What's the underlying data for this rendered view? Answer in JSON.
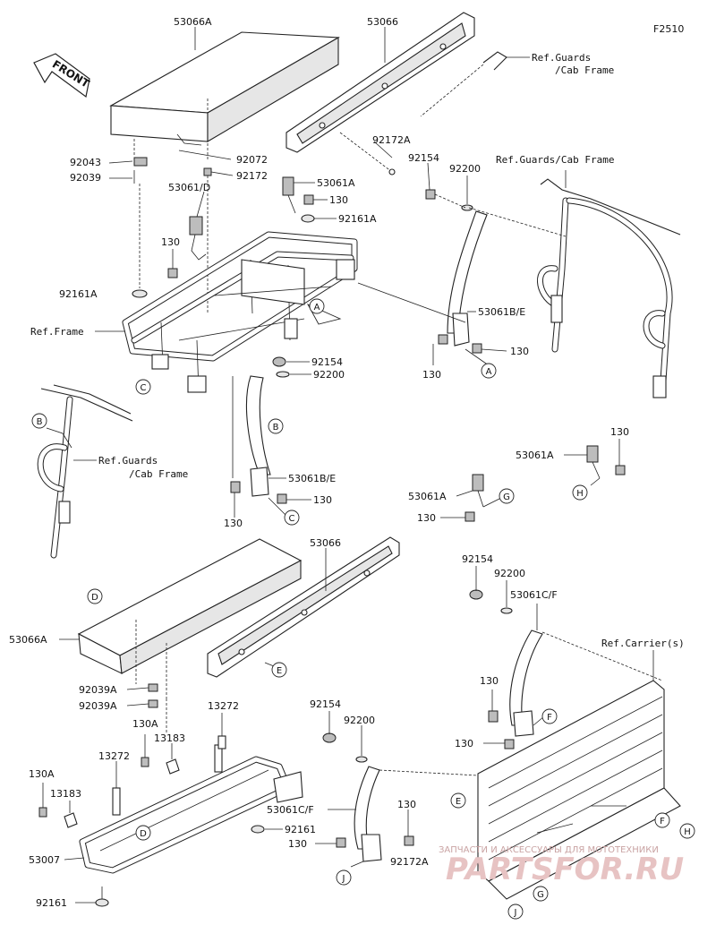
{
  "figure_id": "F2510",
  "front_label": "FRONT",
  "watermark": {
    "line1": "ЗАПЧАСТИ И АКСЕССУАРЫ ДЛЯ МОТОТЕХНИКИ",
    "line2": "PARTSFOR.RU"
  },
  "part_labels": {
    "p53066A_top": "53066A",
    "p53066_top": "53066",
    "ref_guards_cab_top": "Ref.Guards\n/Cab Frame",
    "p92043": "92043",
    "p92039": "92039",
    "p92072": "92072",
    "p92172_top": "92172",
    "p92172A_top": "92172A",
    "p53061D": "53061/D",
    "p53061A_top": "53061A",
    "p130_top": "130",
    "p92161A_top": "92161A",
    "p92154_top": "92154",
    "p92200_top": "92200",
    "ref_guards_cab_right": "Ref.Guards/Cab Frame",
    "p130_left": "130",
    "p92161A_left": "92161A",
    "ref_frame": "Ref.Frame",
    "p53061BE_right": "53061B/E",
    "p130_right1": "130",
    "p130_right2": "130",
    "p92154_mid": "92154",
    "p92200_mid": "92200",
    "ref_guards_cab_left": "Ref.Guards\n/Cab Frame",
    "p53061BE_mid": "53061B/E",
    "p130_mid1": "130",
    "p130_mid2": "130",
    "p53061A_right": "53061A",
    "p130_rightH": "130",
    "p53061A_G": "53061A",
    "p130_G": "130",
    "p53066_bottom": "53066",
    "p53066A_bottom": "53066A",
    "p92154_br": "92154",
    "p92200_br": "92200",
    "p53061CF_br": "53061C/F",
    "ref_carrier": "Ref.Carrier(s)",
    "p92039A_1": "92039A",
    "p92039A_2": "92039A",
    "p130_br1": "130",
    "p130_br2": "130",
    "p13272_top": "13272",
    "p130A_mid": "130A",
    "p13183_mid": "13183",
    "p13272_left": "13272",
    "p130A_left": "130A",
    "p13183_left": "13183",
    "p92154_bm": "92154",
    "p92200_bm": "92200",
    "p53061CF_bm": "53061C/F",
    "p92161_mid": "92161",
    "p130_bm1": "130",
    "p130_bm2": "130",
    "p92172A_bm": "92172A",
    "p53007": "53007",
    "p92161_bottom": "92161"
  },
  "callouts": [
    "A",
    "B",
    "C",
    "D",
    "E",
    "F",
    "G",
    "H",
    "J"
  ]
}
